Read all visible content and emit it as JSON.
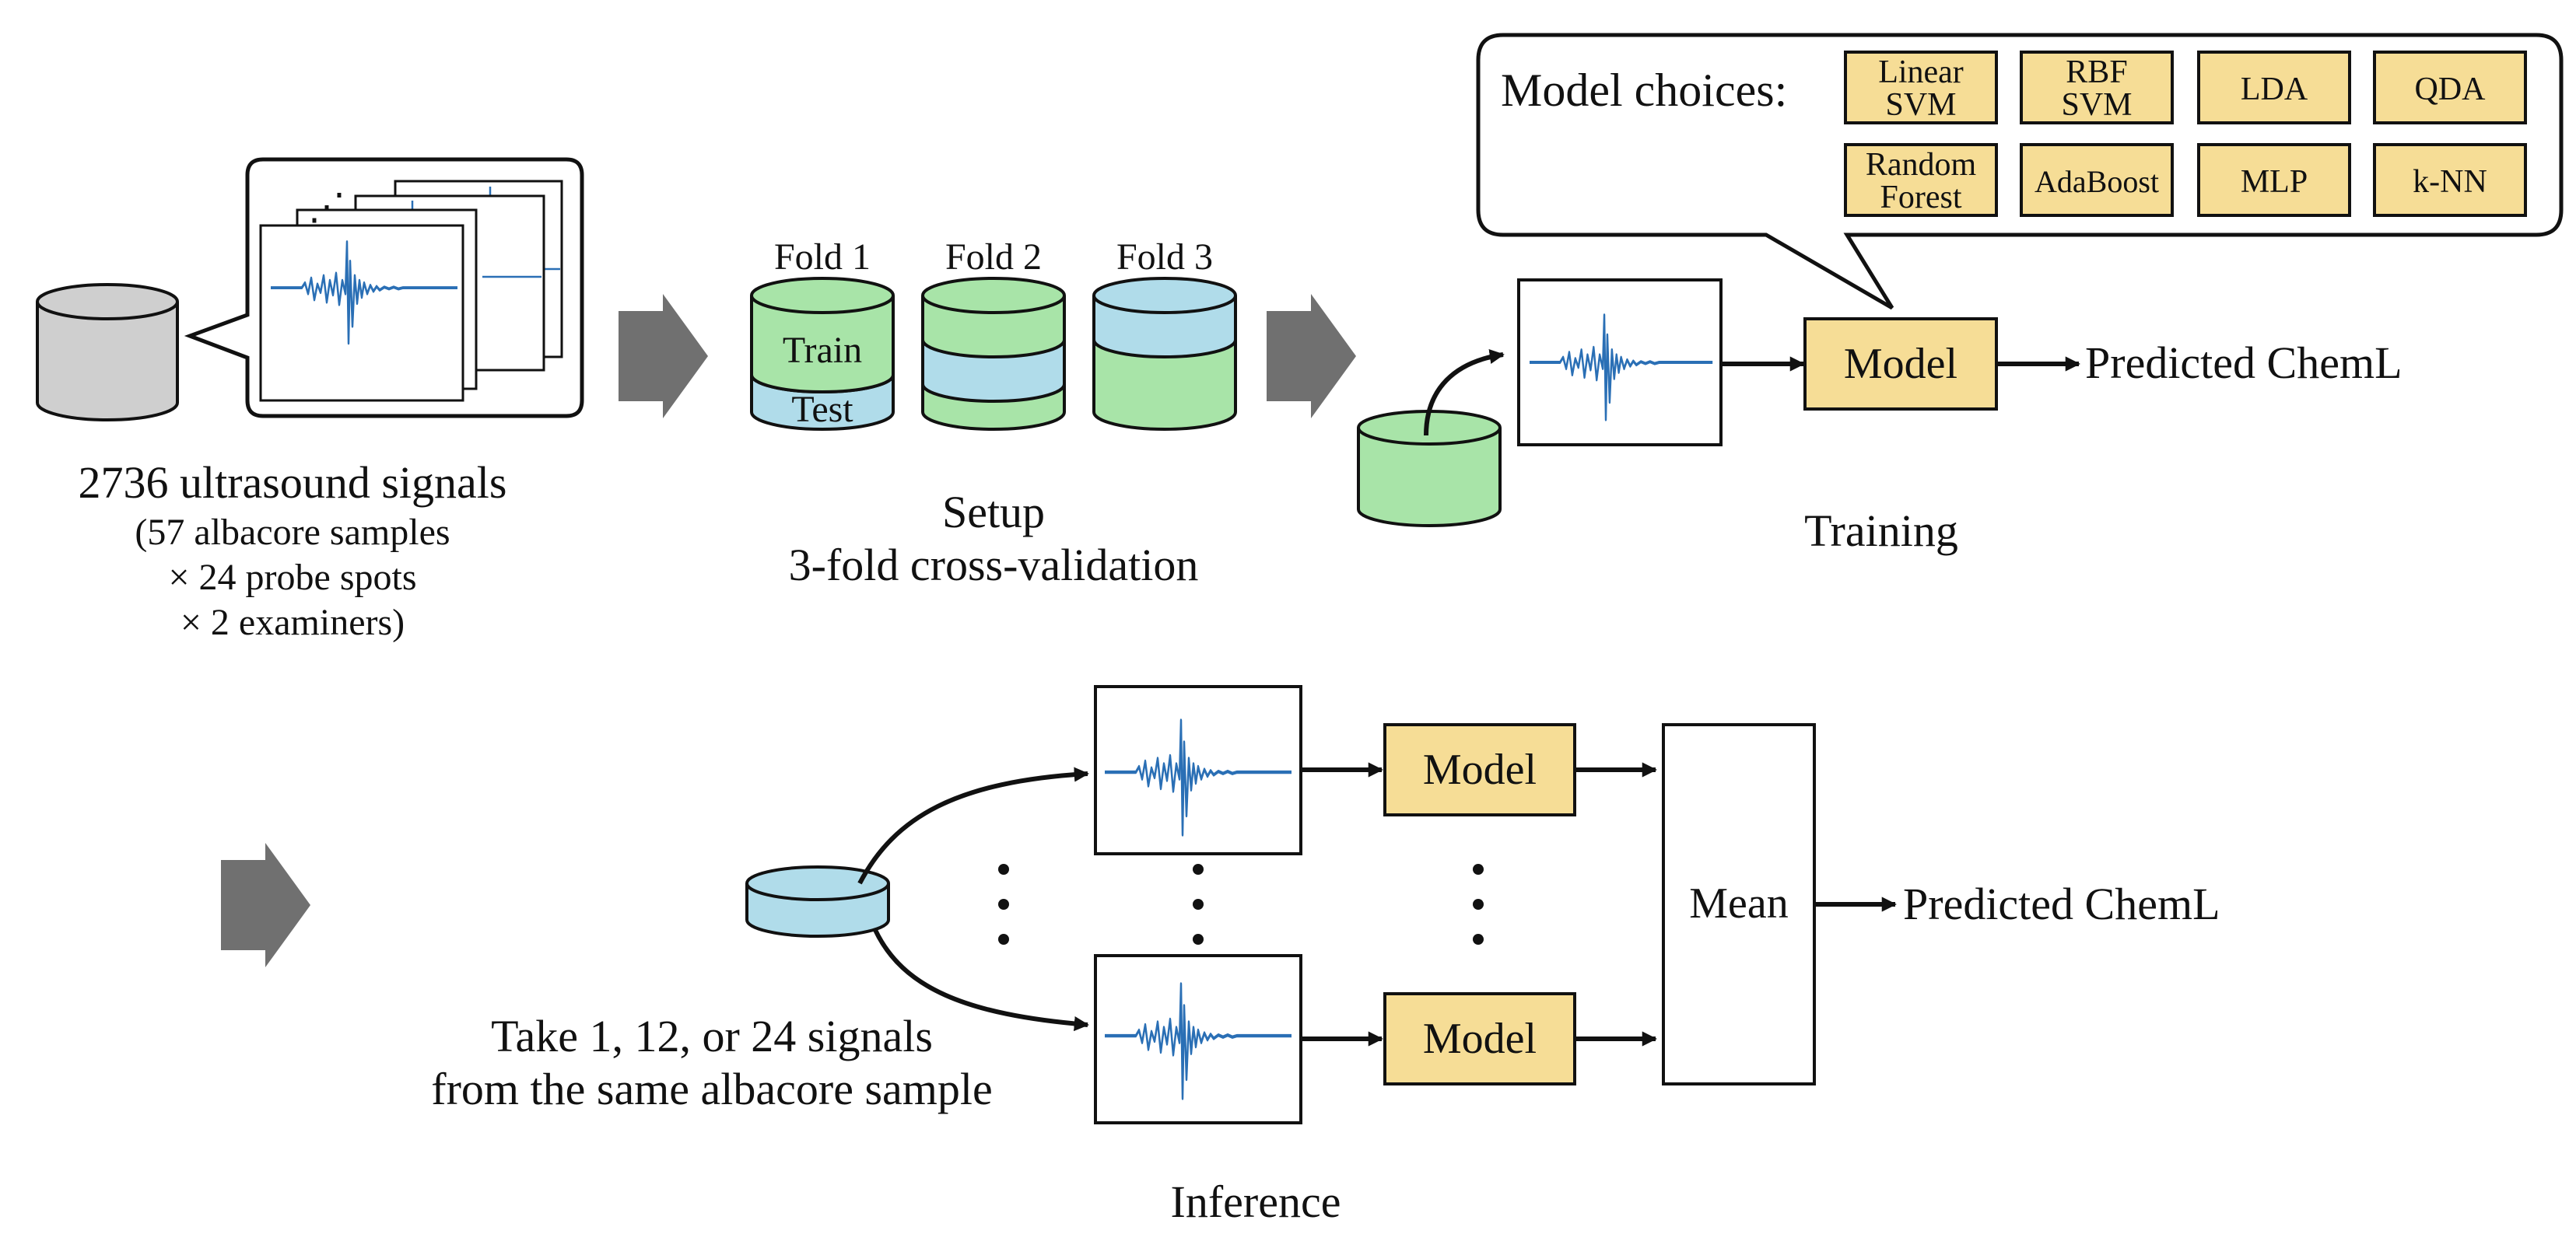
{
  "colors": {
    "cylinder_gray": "#cfcfcf",
    "train_green": "#a8e4a8",
    "test_blue": "#b0dcea",
    "model_yellow": "#f6dd96",
    "arrow_gray": "#707070",
    "signal_blue": "#2a6fb5",
    "stroke": "#111111"
  },
  "dataset": {
    "count_label": "2736 ultrasound signals",
    "detail_line1": "(57 albacore samples",
    "detail_line2": "× 24 probe spots",
    "detail_line3": "× 2 examiners)",
    "ellipsis": "⋰"
  },
  "setup": {
    "folds": [
      "Fold 1",
      "Fold 2",
      "Fold 3"
    ],
    "train_label": "Train",
    "test_label": "Test",
    "title_line1": "Setup",
    "title_line2": "3-fold cross-validation"
  },
  "model_choices": {
    "heading": "Model choices:",
    "rows": [
      [
        {
          "line1": "Linear",
          "line2": "SVM"
        },
        {
          "line1": "RBF",
          "line2": "SVM"
        },
        {
          "line1": "LDA",
          "line2": ""
        },
        {
          "line1": "QDA",
          "line2": ""
        }
      ],
      [
        {
          "line1": "Random",
          "line2": "Forest"
        },
        {
          "line1": "AdaBoost",
          "line2": ""
        },
        {
          "line1": "MLP",
          "line2": ""
        },
        {
          "line1": "k-NN",
          "line2": ""
        }
      ]
    ]
  },
  "training": {
    "model_label": "Model",
    "output_label": "Predicted ChemL",
    "title": "Training"
  },
  "inference": {
    "model_label": "Model",
    "mean_label": "Mean",
    "output_label": "Predicted ChemL",
    "take_line1": "Take 1, 12, or 24 signals",
    "take_line2": "from the same albacore sample",
    "title": "Inference"
  }
}
